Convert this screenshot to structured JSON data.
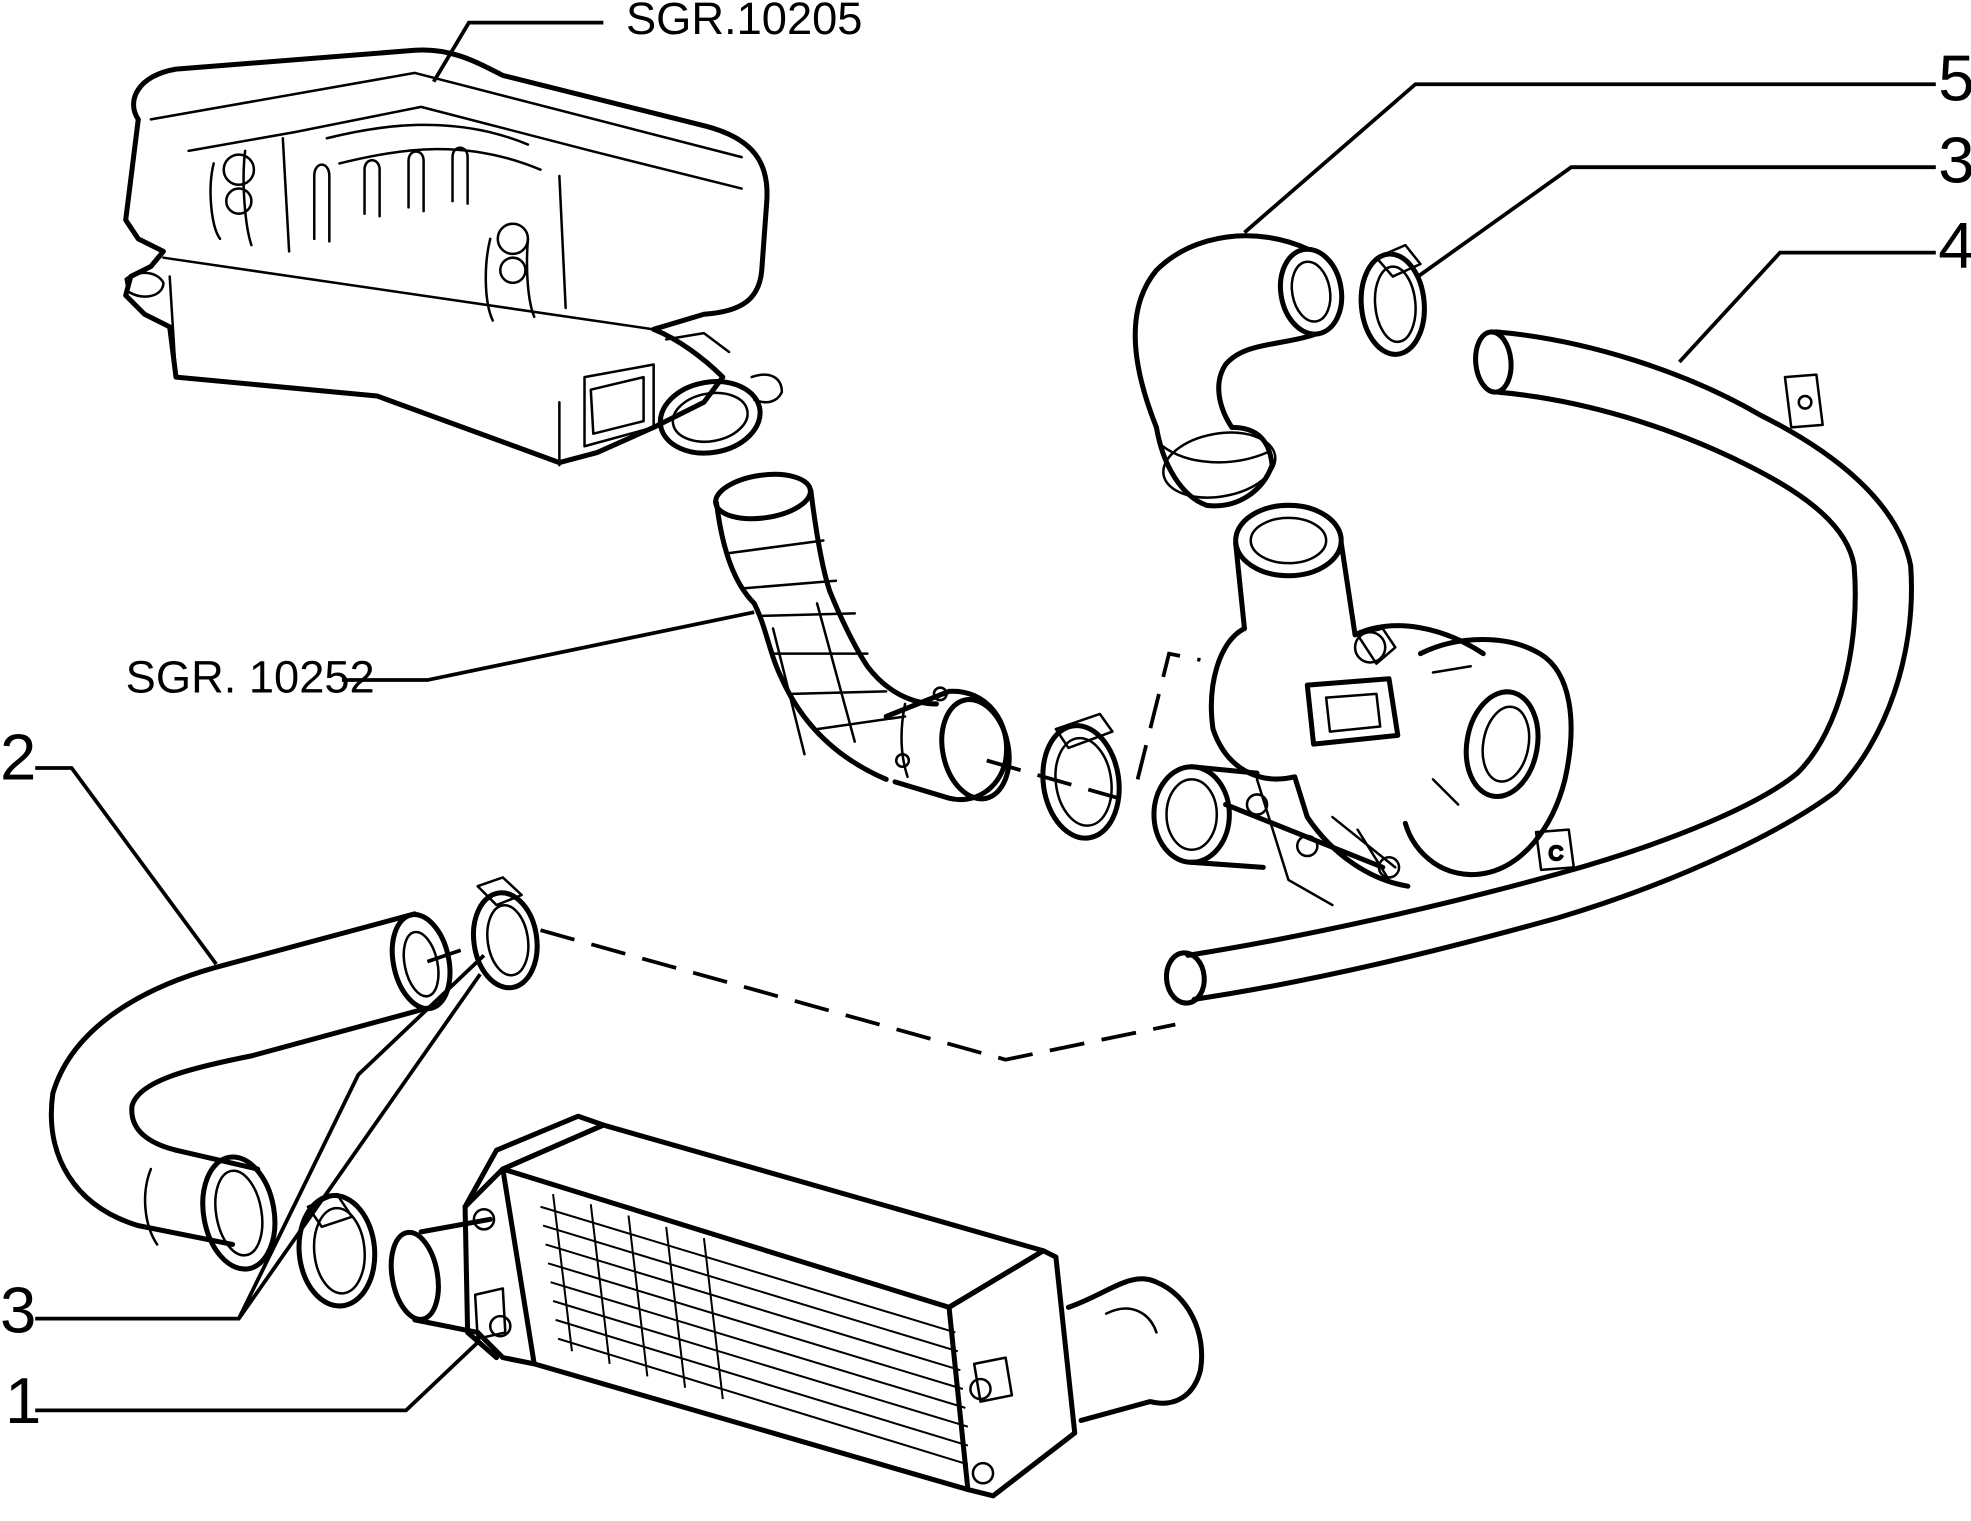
{
  "references": {
    "engine_ref": "SGR.10205",
    "intake_duct_ref": "SGR. 10252"
  },
  "callouts": {
    "c1": "1",
    "c2": "2",
    "c3_left": "3",
    "c3_right": "3",
    "c4": "4",
    "c5": "5"
  }
}
